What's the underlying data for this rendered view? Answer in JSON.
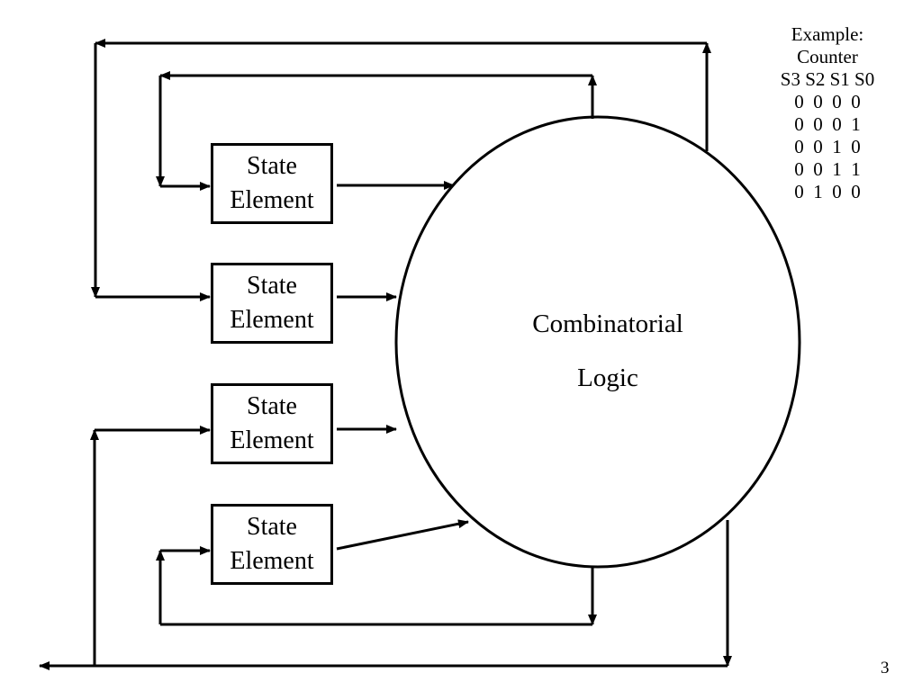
{
  "state_elements": [
    {
      "line1": "State",
      "line2": "Element"
    },
    {
      "line1": "State",
      "line2": "Element"
    },
    {
      "line1": "State",
      "line2": "Element"
    },
    {
      "line1": "State",
      "line2": "Element"
    }
  ],
  "logic": {
    "line1": "Combinatorial",
    "line2": "Logic"
  },
  "example": {
    "title": "Example:",
    "subtitle": "Counter",
    "header": "S3 S2 S1 S0",
    "rows": [
      "0  0  0  0",
      "0  0  0  1",
      "0  0  1  0",
      "0  0  1  1",
      "0  1  0  0"
    ]
  },
  "page_number": "3",
  "colors": {
    "line": "#000000",
    "background": "#ffffff"
  }
}
